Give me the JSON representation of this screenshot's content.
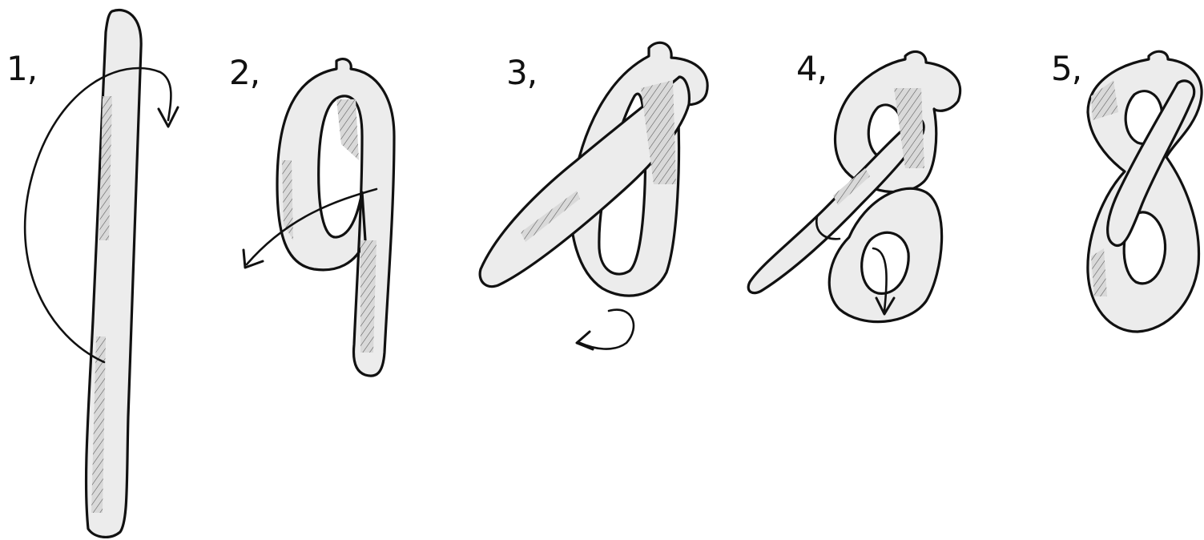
{
  "steps": [
    {
      "label": "1,"
    },
    {
      "label": "2,"
    },
    {
      "label": "3,"
    },
    {
      "label": "4,"
    },
    {
      "label": "5,"
    }
  ]
}
